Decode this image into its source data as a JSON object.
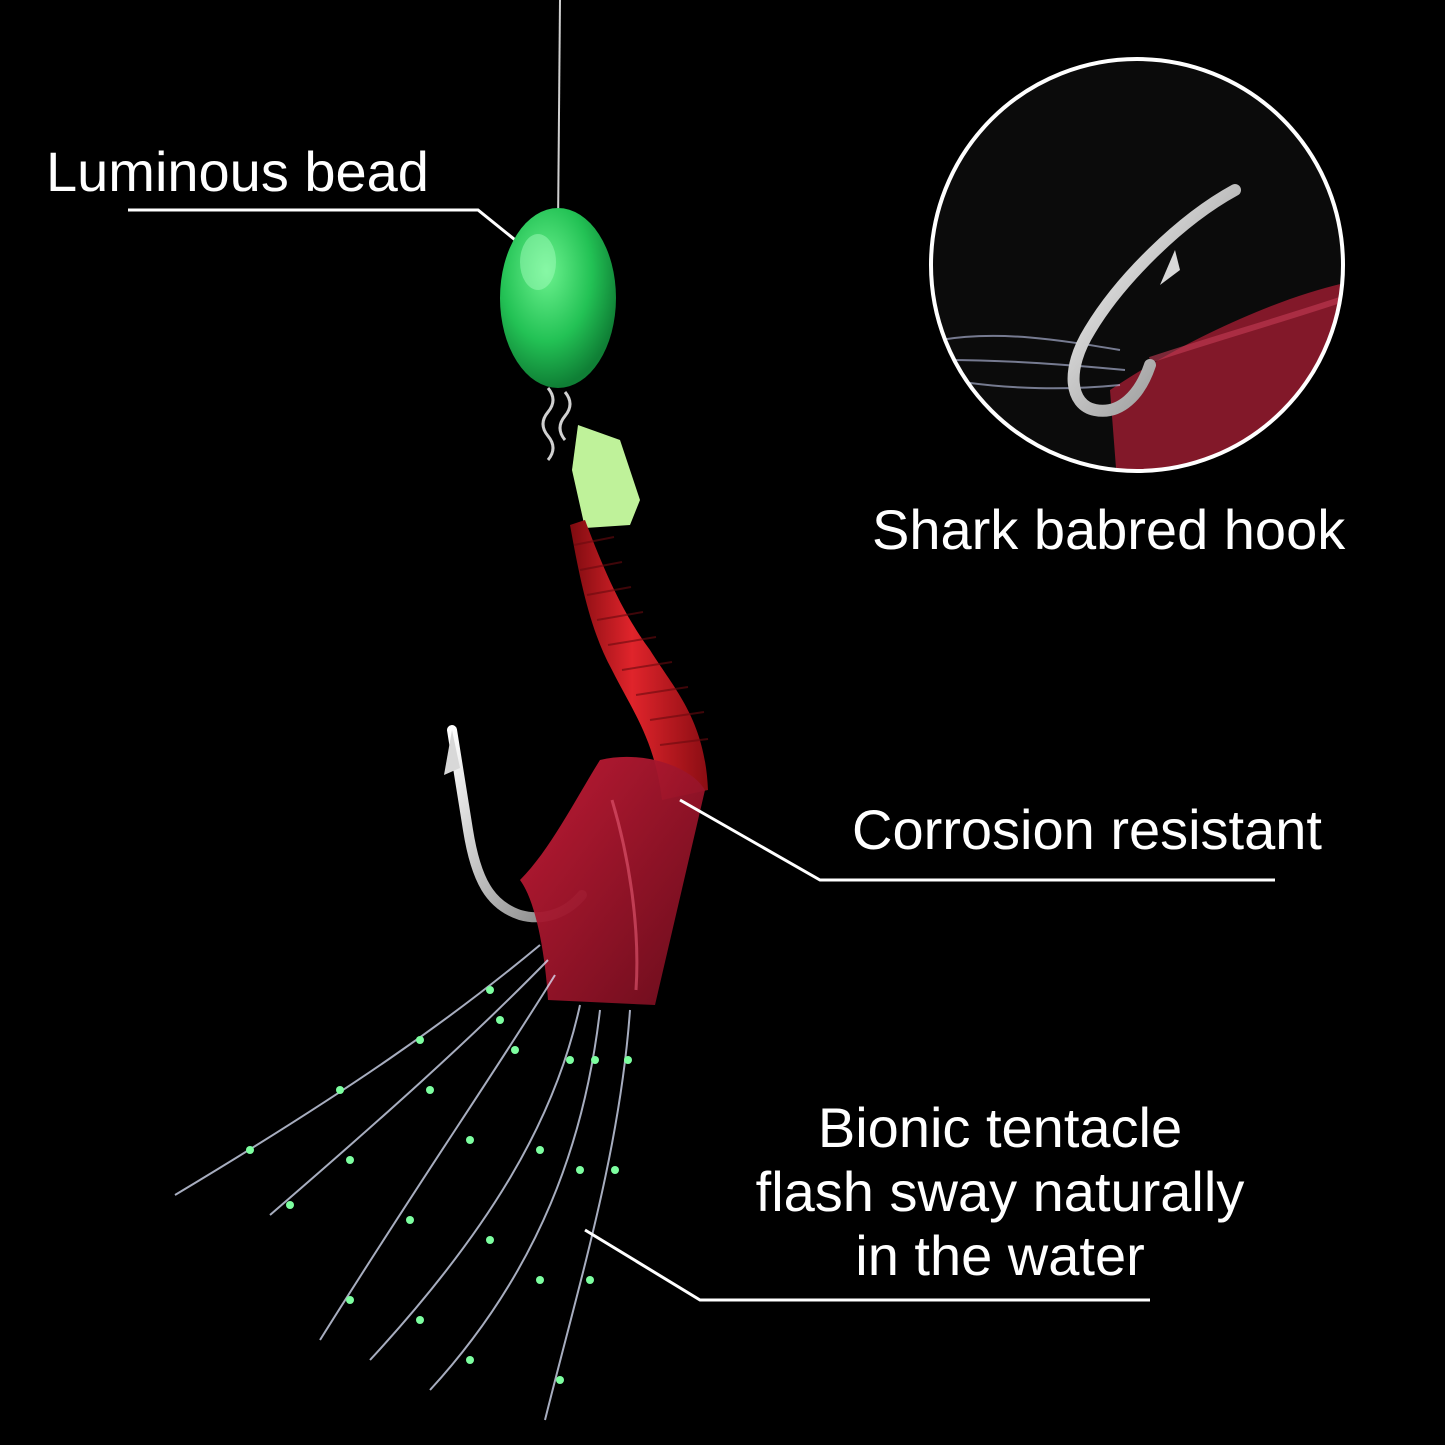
{
  "labels": {
    "bead": "Luminous bead",
    "hook": "Shark babred hook",
    "corrosion": "Corrosion resistant",
    "tentacle_line1": "Bionic tentacle",
    "tentacle_line2": "flash sway naturally",
    "tentacle_line3": "in the water"
  },
  "colors": {
    "background": "#000000",
    "label_text": "#ffffff",
    "bead": "#2fcf63",
    "tube": "#c9141c",
    "hook_metal": "#d8d8d8",
    "skirt": "#a5142a",
    "tentacle_glow": "#7dffa0"
  }
}
